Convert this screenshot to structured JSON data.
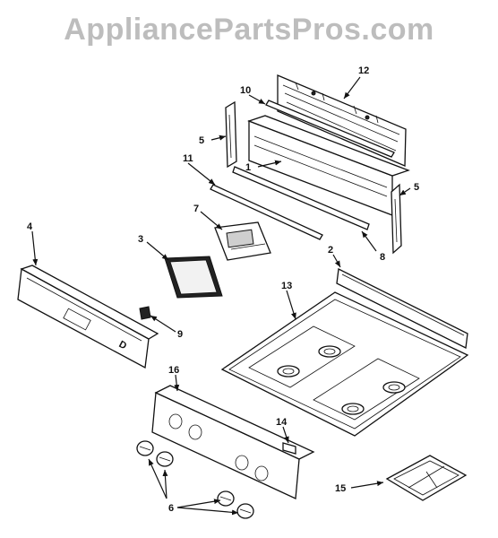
{
  "watermark": "AppliancePartsPros.com",
  "callouts": {
    "c1": "1",
    "c2": "2",
    "c3": "3",
    "c4": "4",
    "c5a": "5",
    "c5b": "5",
    "c6": "6",
    "c7": "7",
    "c8": "8",
    "c9": "9",
    "c10": "10",
    "c11": "11",
    "c12": "12",
    "c13": "13",
    "c14": "14",
    "c15": "15",
    "c16": "16"
  },
  "colors": {
    "ink": "#111111",
    "watermark": "#bdbdbd",
    "background": "#ffffff"
  }
}
